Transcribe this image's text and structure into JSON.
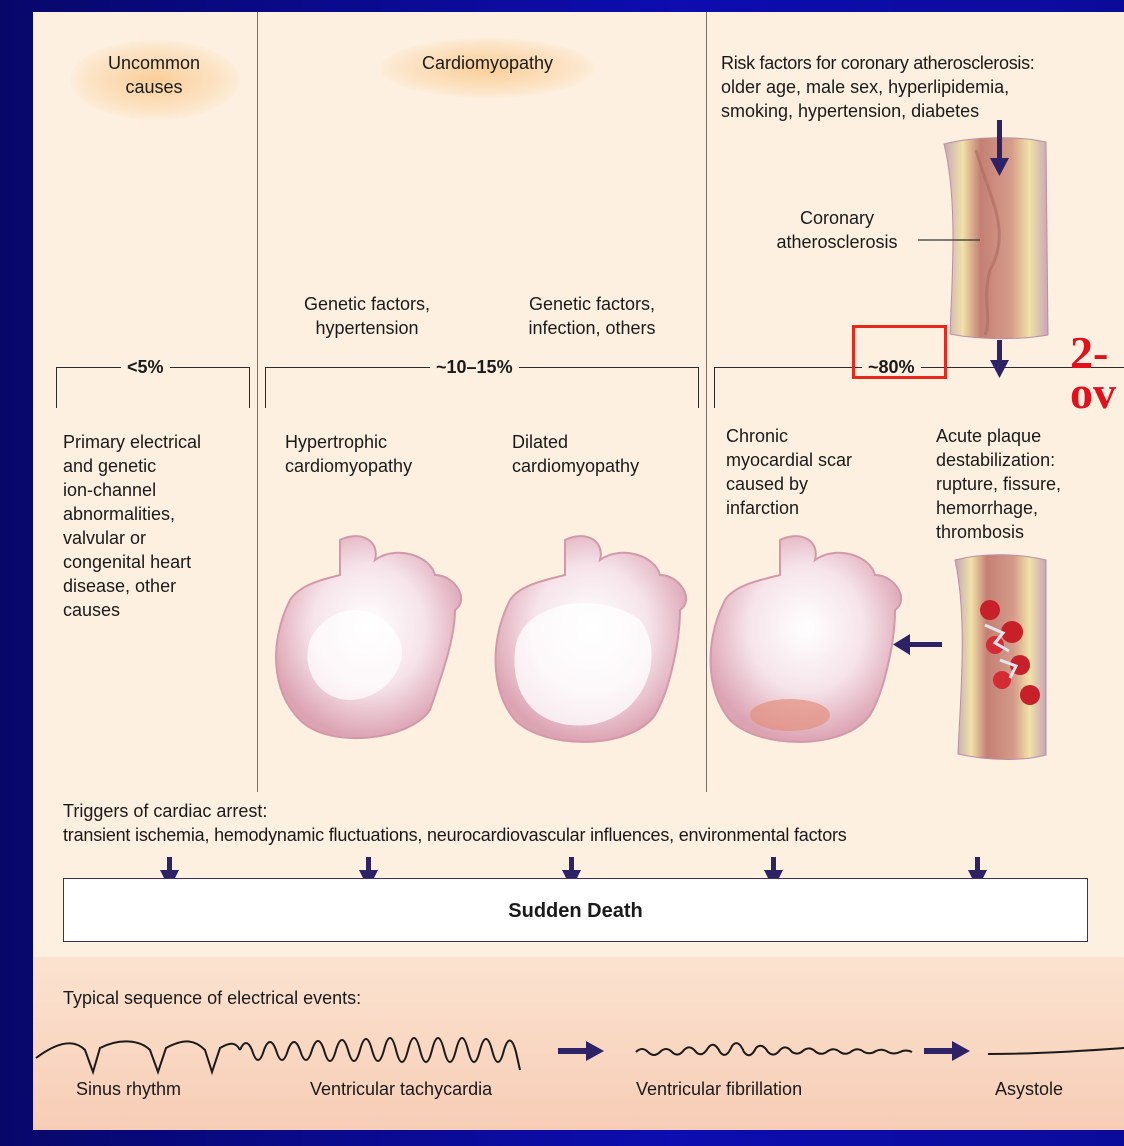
{
  "columns": {
    "uncommon": {
      "title_line1": "Uncommon",
      "title_line2": "causes",
      "percent": "<5%"
    },
    "cardiomyopathy": {
      "title": "Cardiomyopathy",
      "percent": "~10–15%"
    },
    "coronary": {
      "percent": "~80%"
    }
  },
  "risk_factors": {
    "line1": "Risk factors for coronary atherosclerosis:",
    "line2": "older age, male sex, hyperlipidemia,",
    "line3": "smoking, hypertension, diabetes"
  },
  "coronary_label": {
    "line1": "Coronary",
    "line2": "atherosclerosis"
  },
  "genetic_left": {
    "line1": "Genetic factors,",
    "line2": "hypertension"
  },
  "genetic_right": {
    "line1": "Genetic factors,",
    "line2": "infection, others"
  },
  "causes": {
    "primary": [
      "Primary electrical",
      "and genetic",
      "ion-channel",
      "abnormalities,",
      "valvular or",
      "congenital heart",
      "disease, other",
      "causes"
    ],
    "hypertrophic": [
      "Hypertrophic",
      "cardiomyopathy"
    ],
    "dilated": [
      "Dilated",
      "cardiomyopathy"
    ],
    "chronic": [
      "Chronic",
      "myocardial scar",
      "caused by",
      "infarction"
    ],
    "acute": [
      "Acute plaque",
      "destabilization:",
      "rupture, fissure,",
      "hemorrhage,",
      "thrombosis"
    ]
  },
  "triggers": {
    "line1": "Triggers of cardiac arrest:",
    "line2": "transient ischemia, hemodynamic fluctuations, neurocardiovascular influences, environmental factors"
  },
  "sudden_death": "Sudden Death",
  "electrical": {
    "heading": "Typical sequence of electrical events:",
    "labels": [
      "Sinus rhythm",
      "Ventricular tachycardia",
      "Ventricular fibrillation",
      "Asystole"
    ]
  },
  "overlay_text": {
    "line1": "2-",
    "line2": "ov"
  },
  "colors": {
    "slide_background": "#0b0b8c",
    "panel": "#fdf0e0",
    "arrow": "#2e2266",
    "highlight": "#e8281c",
    "overlay_red": "#e2101a",
    "heart_fill": "#e9b8c2",
    "artery": "#c98a7a"
  }
}
